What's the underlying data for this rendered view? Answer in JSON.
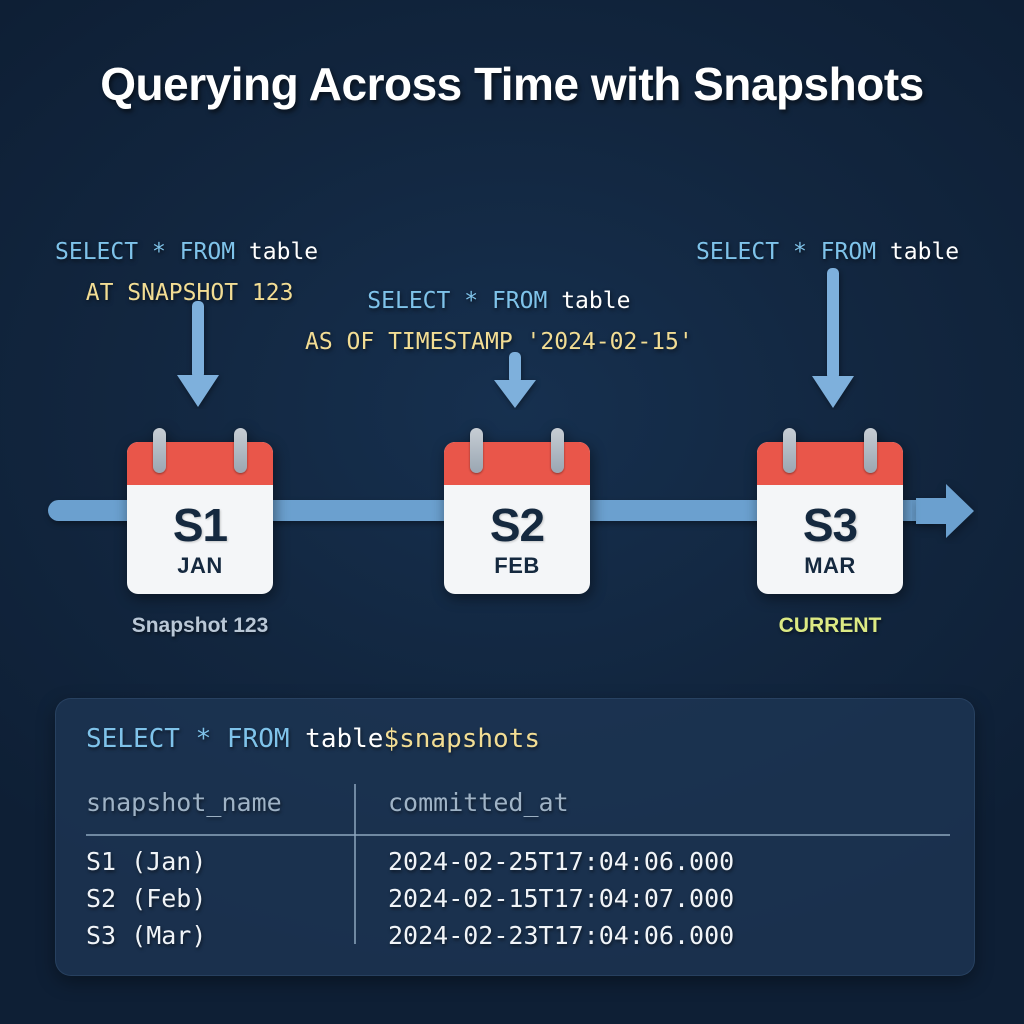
{
  "title": "Querying Across Time with Snapshots",
  "colors": {
    "background": "#12263f",
    "timeline": "#6ba0cf",
    "calendar_top": "#e9564a",
    "calendar_body": "#f4f6f8",
    "keyword": "#7fc3ea",
    "clause": "#f2dd94",
    "identifier": "#ffffff",
    "current_label": "#dcea84",
    "caption": "#b9c7d6",
    "panel": "#1e3655"
  },
  "annotations": [
    {
      "name": "snapshot-query",
      "line1": {
        "keyword1": "SELECT",
        "star": "*",
        "keyword2": "FROM",
        "identifier": "table"
      },
      "line2": "AT SNAPSHOT 123"
    },
    {
      "name": "timestamp-query",
      "line1": {
        "keyword1": "SELECT",
        "star": "*",
        "keyword2": "FROM",
        "identifier": "table"
      },
      "line2": "AS OF TIMESTAMP '2024-02-15'"
    },
    {
      "name": "current-query",
      "line1": {
        "keyword1": "SELECT",
        "star": "*",
        "keyword2": "FROM",
        "identifier": "table"
      },
      "line2": ""
    }
  ],
  "timeline": {
    "snapshots": [
      {
        "id": "S1",
        "month": "JAN",
        "caption": "Snapshot 123"
      },
      {
        "id": "S2",
        "month": "FEB",
        "caption": ""
      },
      {
        "id": "S3",
        "month": "MAR",
        "caption": "CURRENT"
      }
    ]
  },
  "result_panel": {
    "query": {
      "keyword1": "SELECT",
      "star": "*",
      "keyword2": "FROM",
      "identifier": "table",
      "suffix": "$snapshots"
    },
    "columns": [
      "snapshot_name",
      "committed_at"
    ],
    "rows": [
      [
        "S1 (Jan)",
        "2024-02-25T17:04:06.000"
      ],
      [
        "S2 (Feb)",
        "2024-02-15T17:04:07.000"
      ],
      [
        "S3 (Mar)",
        "2024-02-23T17:04:06.000"
      ]
    ]
  }
}
